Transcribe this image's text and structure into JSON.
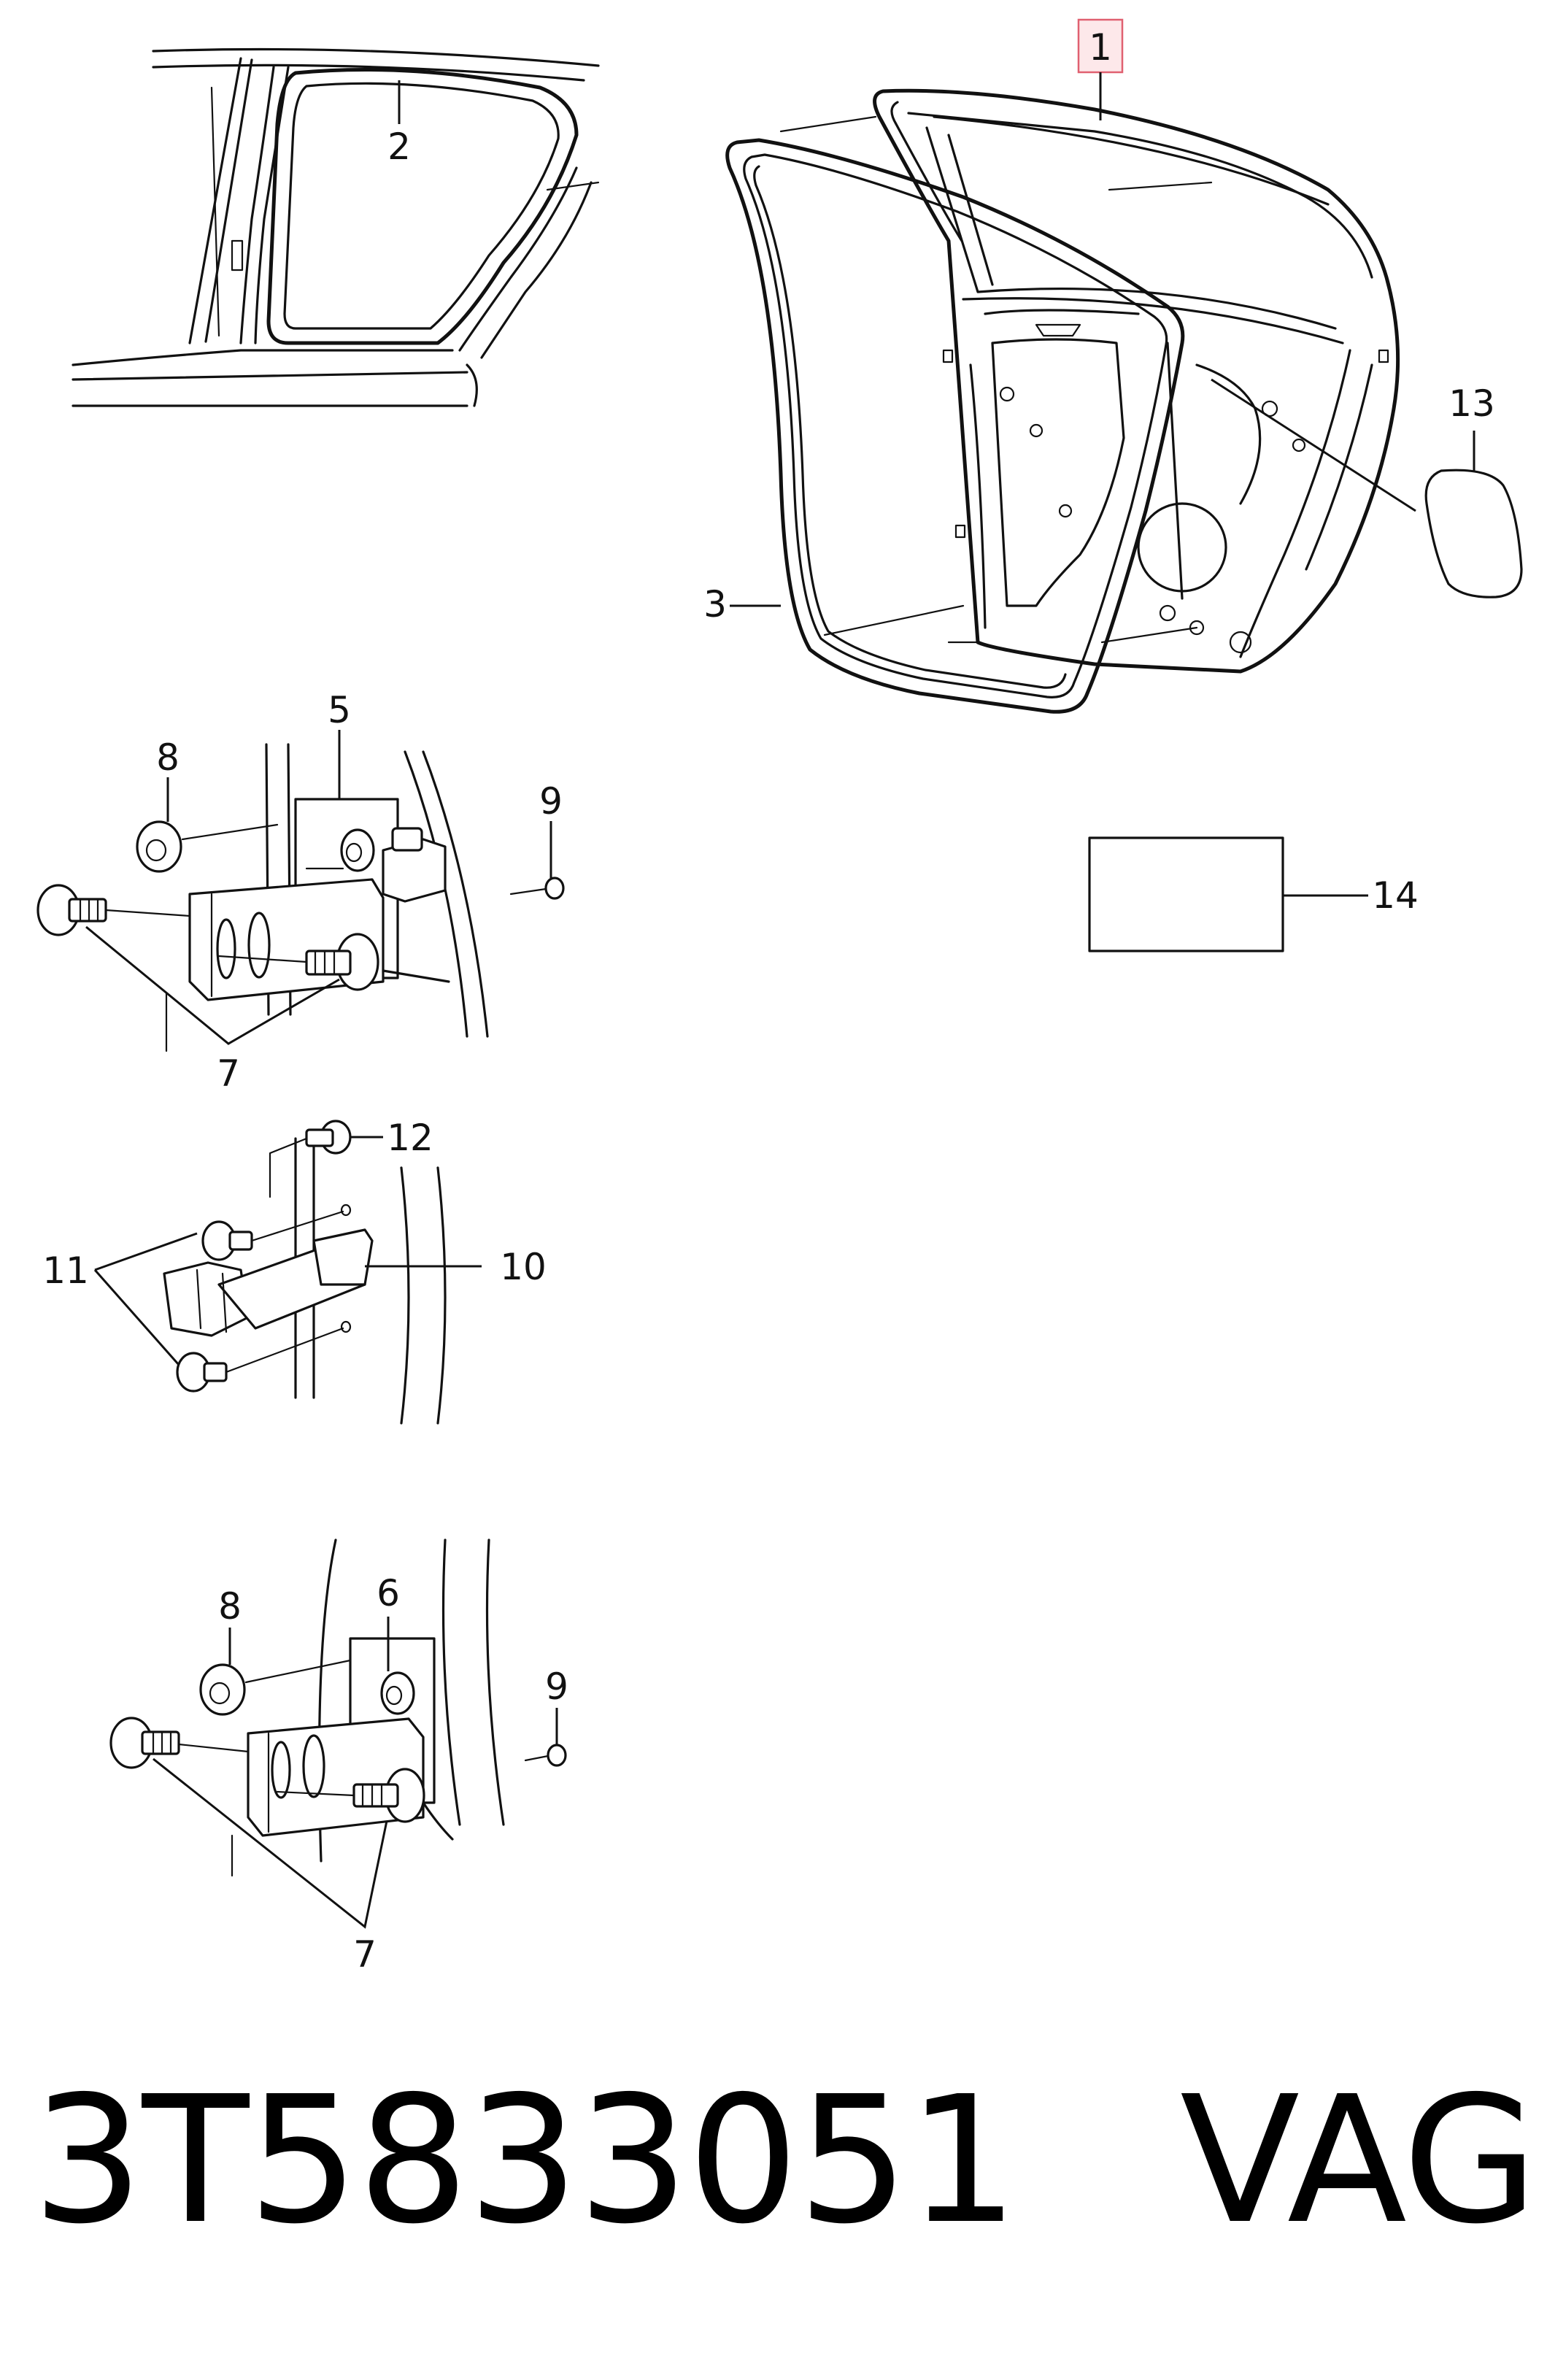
{
  "callouts": {
    "c1": "1",
    "c2": "2",
    "c3": "3",
    "c5": "5",
    "c6": "6",
    "c7a": "7",
    "c7b": "7",
    "c8a": "8",
    "c8b": "8",
    "c9a": "9",
    "c9b": "9",
    "c10": "10",
    "c11": "11",
    "c12": "12",
    "c13": "13",
    "c14": "14"
  },
  "caption": {
    "part_number": "3T5833051",
    "brand": "VAG",
    "text": "3T5833051   VAG"
  },
  "highlighted_callout": "1",
  "colors": {
    "line": "#111111",
    "highlight_fill": "#fde8ea",
    "highlight_stroke": "#e06070"
  }
}
